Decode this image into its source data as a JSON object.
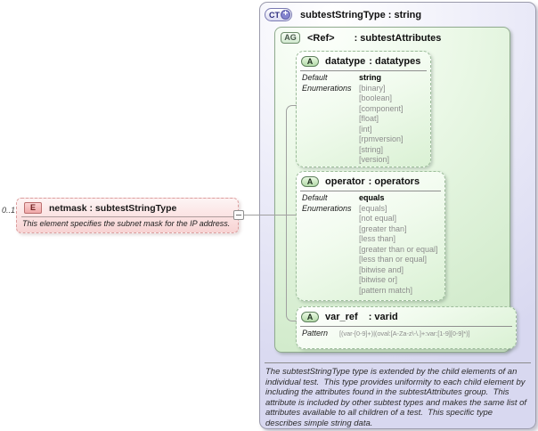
{
  "element": {
    "cardinality": "0..1",
    "badge": "E",
    "title": "netmask : subtestStringType",
    "annotation": "This element specifies the subnet mask for the IP address."
  },
  "complex_type": {
    "badge": "CT",
    "expand_icon": "+",
    "title": "subtestStringType : string",
    "attribute_group": {
      "badge": "AG",
      "name": "<Ref>",
      "type": ": subtestAttributes"
    },
    "attributes": {
      "datatype": {
        "badge": "A",
        "name": "datatype",
        "type": ": datatypes",
        "facets": [
          {
            "label": "Default",
            "value": "string",
            "bold": true
          },
          {
            "label": "Enumerations",
            "value": "[binary]"
          },
          {
            "label": "",
            "value": "[boolean]"
          },
          {
            "label": "",
            "value": "[component]"
          },
          {
            "label": "",
            "value": "[float]"
          },
          {
            "label": "",
            "value": "[int]"
          },
          {
            "label": "",
            "value": "[rpmversion]"
          },
          {
            "label": "",
            "value": "[string]"
          },
          {
            "label": "",
            "value": "[version]"
          }
        ]
      },
      "operator": {
        "badge": "A",
        "name": "operator",
        "type": ": operators",
        "facets": [
          {
            "label": "Default",
            "value": "equals",
            "bold": true
          },
          {
            "label": "Enumerations",
            "value": "[equals]"
          },
          {
            "label": "",
            "value": "[not equal]"
          },
          {
            "label": "",
            "value": "[greater than]"
          },
          {
            "label": "",
            "value": "[less than]"
          },
          {
            "label": "",
            "value": "[greater than or equal]"
          },
          {
            "label": "",
            "value": "[less than or equal]"
          },
          {
            "label": "",
            "value": "[bitwise and]"
          },
          {
            "label": "",
            "value": "[bitwise or]"
          },
          {
            "label": "",
            "value": "[pattern match]"
          }
        ]
      },
      "var_ref": {
        "badge": "A",
        "name": "var_ref",
        "type": ": varid",
        "facets": [
          {
            "label": "Pattern",
            "value": "[(var-[0-9]+)|(oval:[A-Za-z\\-\\.]+:var:[1-9][0-9]*)]"
          }
        ]
      }
    },
    "documentation": "The subtestStringType type is extended by the child elements of an individual test.  This type provides uniformity to each child element by including the attributes found in the subtestAttributes group.  This attribute is included by other subtest types and makes the same list of attributes available to all children of a test.  This specific type describes simple string data."
  },
  "colors": {
    "element_accent": "#dc9e9e",
    "complex_type_accent": "#9b9bac",
    "attribute_accent": "#9dbd9b",
    "line": "#a0a0a0"
  }
}
